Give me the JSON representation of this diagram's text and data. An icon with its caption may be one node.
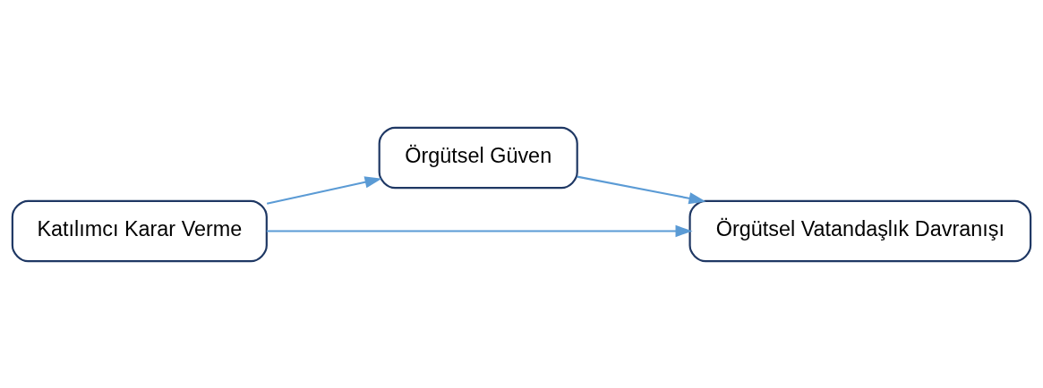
{
  "diagram": {
    "nodes": [
      {
        "text": [
          "Katılımcı Karar Verme"
        ]
      },
      {
        "text": [
          "Örgütsel Güven"
        ]
      },
      {
        "text": [
          "Örgütsel Vatandaşlık Davranışı"
        ]
      }
    ],
    "edges": [
      {
        "from": 0,
        "to": 1,
        "arrow": "to"
      },
      {
        "from": 1,
        "to": 2,
        "arrow": "to"
      },
      {
        "from": 0,
        "to": 2,
        "arrow": "to"
      }
    ]
  }
}
